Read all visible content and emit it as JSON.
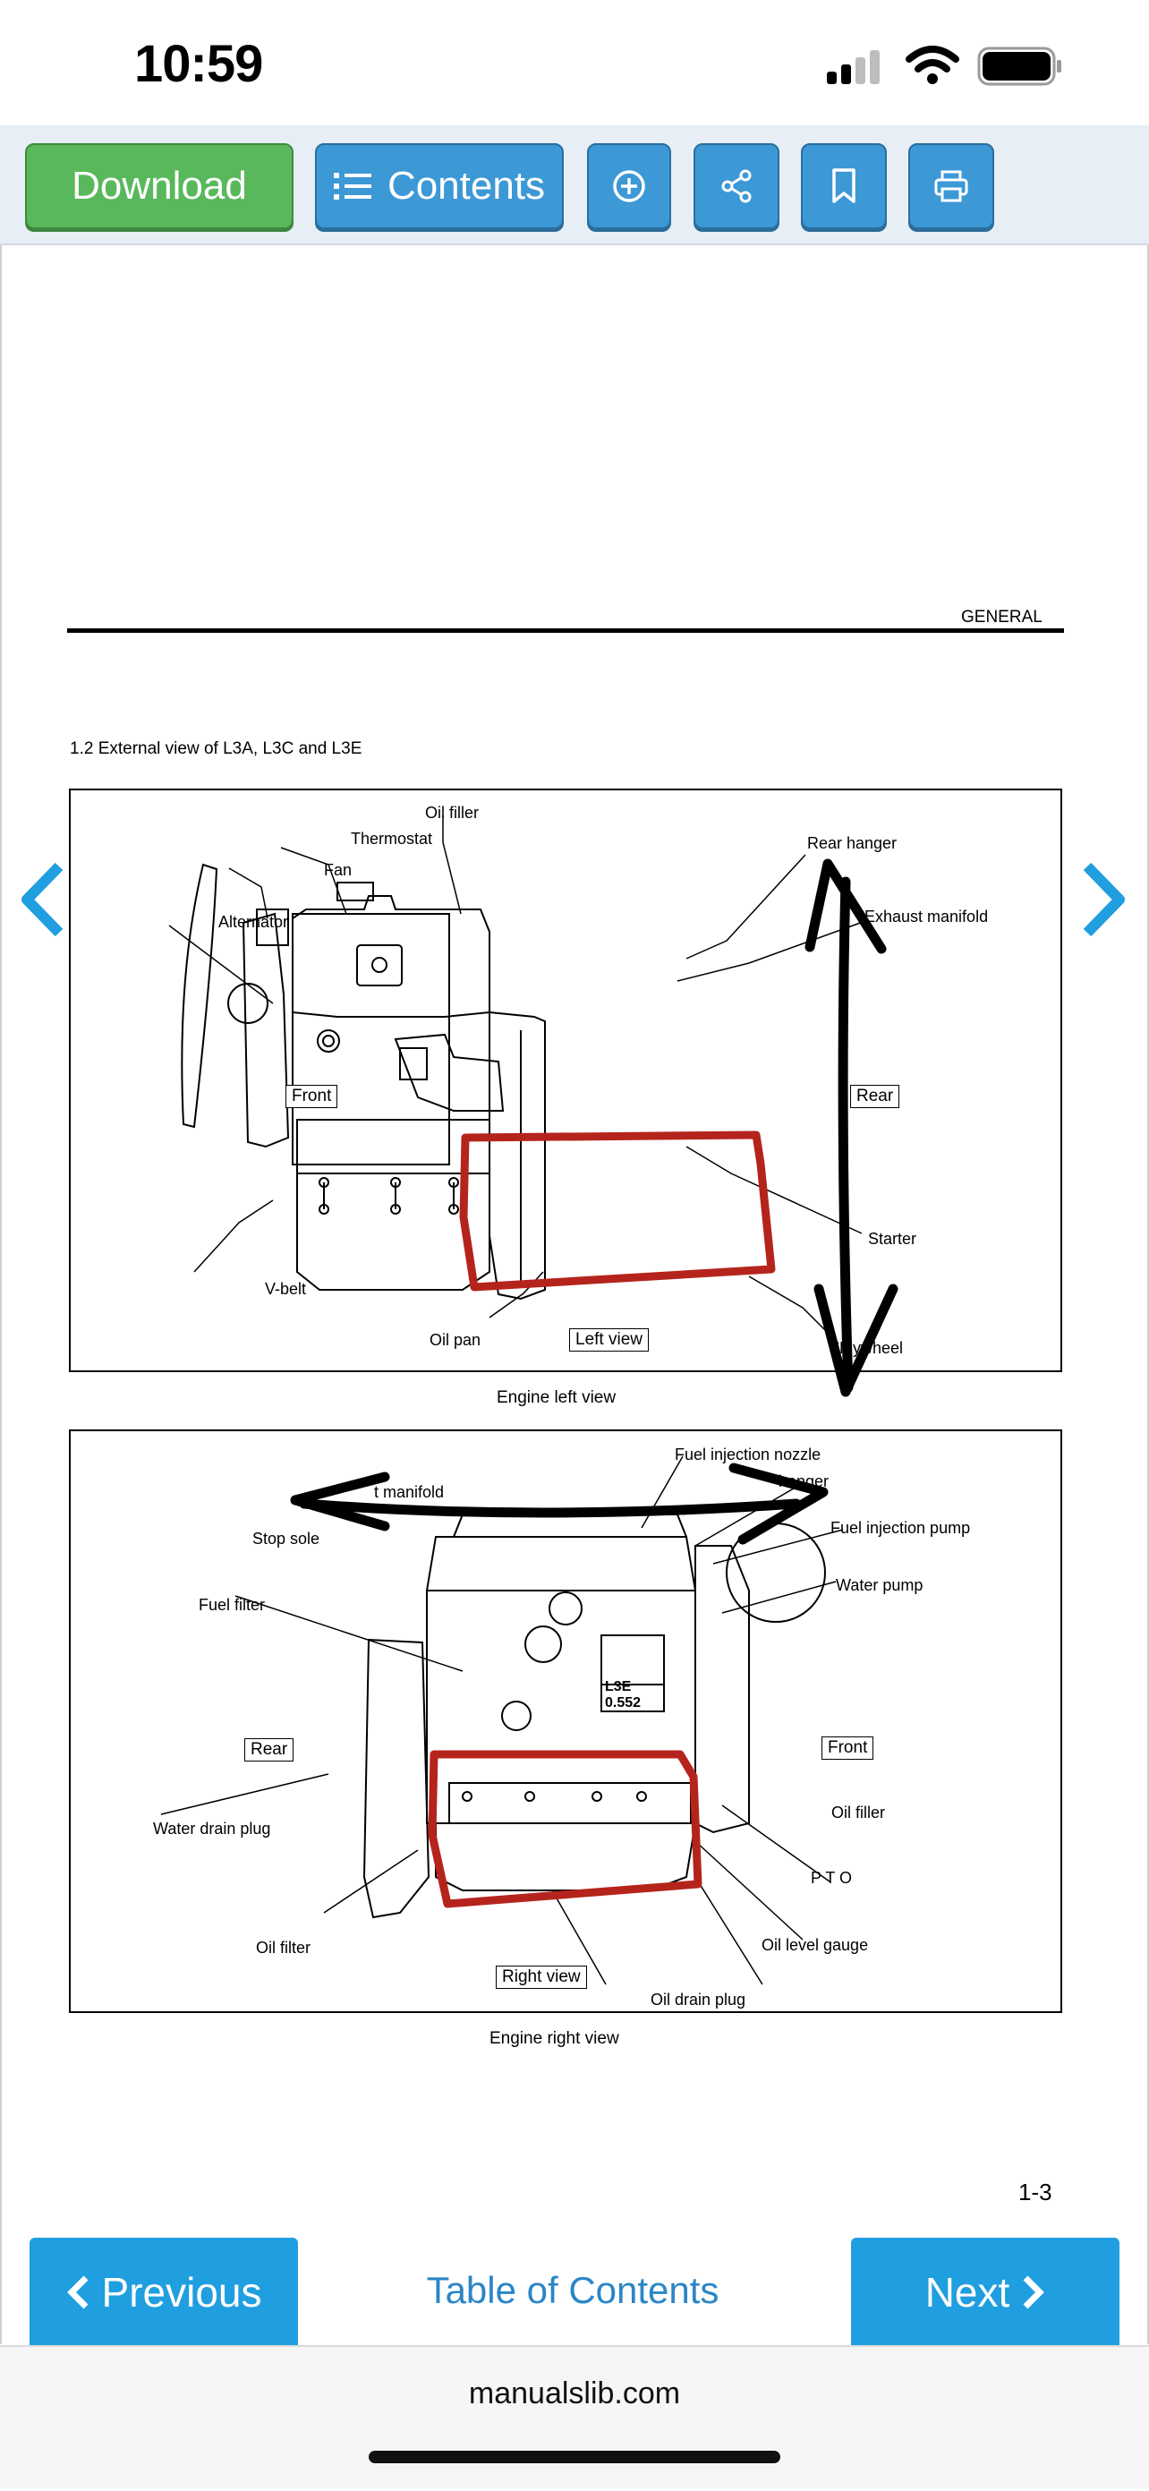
{
  "status_bar": {
    "time": "10:59"
  },
  "toolbar": {
    "download_label": "Download",
    "contents_label": "Contents"
  },
  "page": {
    "header_right": "GENERAL",
    "section_title": "1.2 External view of L3A, L3C and L3E",
    "page_number": "1-3"
  },
  "figure_left": {
    "caption": "Engine left view",
    "boxes": {
      "front": "Front",
      "rear": "Rear",
      "view": "Left view"
    },
    "labels": {
      "oil_filler": "Oil filler",
      "thermostat": "Thermostat",
      "fan": "Fan",
      "alternator": "Alternator",
      "rear_hanger": "Rear hanger",
      "exhaust_manifold": "Exhaust manifold",
      "starter": "Starter",
      "v_belt": "V-belt",
      "oil_pan": "Oil pan",
      "flywheel": "Flywheel"
    }
  },
  "figure_right": {
    "caption": "Engine right view",
    "boxes": {
      "rear": "Rear",
      "front": "Front",
      "view": "Right view"
    },
    "stamp": "L3E 0.552",
    "labels": {
      "fuel_injection_nozzle": "Fuel injection nozzle",
      "front_hanger": "hanger",
      "inlet_manifold": "t manifold",
      "stop_solenoid": "Stop sole",
      "fuel_injection_pump": "Fuel injection pump",
      "water_pump": "Water pump",
      "fuel_filter": "Fuel filter",
      "oil_filler": "Oil filler",
      "water_drain_plug": "Water drain plug",
      "pto": "P T O",
      "oil_filter": "Oil filter",
      "oil_level_gauge": "Oil level gauge",
      "oil_drain_plug": "Oil drain plug"
    }
  },
  "bottom_nav": {
    "previous_label": "Previous",
    "toc_label": "Table of Contents",
    "next_label": "Next"
  },
  "browser": {
    "url": "manualslib.com"
  },
  "colors": {
    "toolbar_blue": "#3d98d6",
    "download_green": "#59b85b",
    "nav_blue": "#1f9ee0",
    "annotation_red": "#b5241c",
    "annotation_black": "#000000"
  }
}
